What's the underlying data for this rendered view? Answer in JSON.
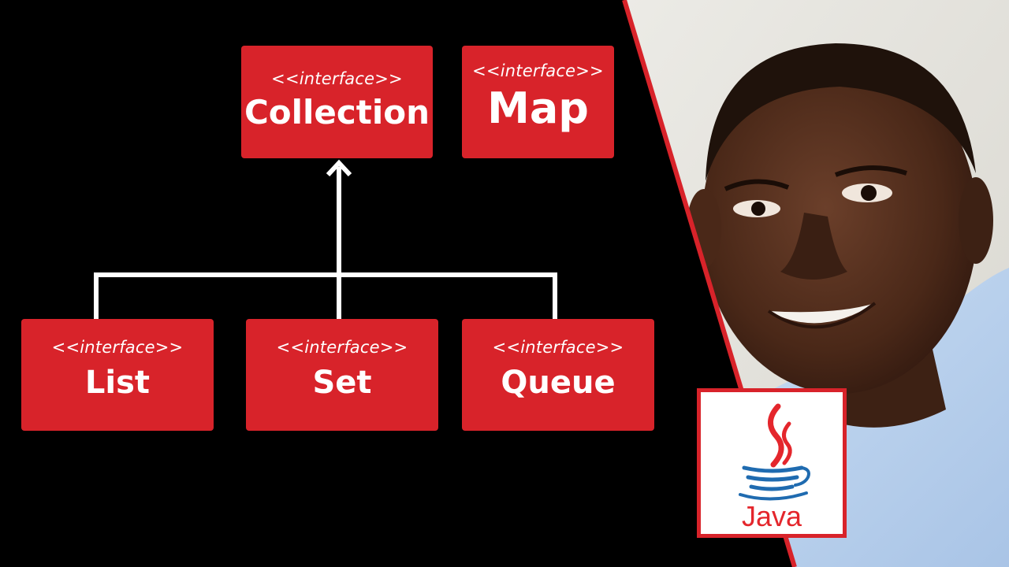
{
  "diagram": {
    "stereotype": "<<interface>>",
    "nodes": {
      "collection": "Collection",
      "map": "Map",
      "list": "List",
      "set": "Set",
      "queue": "Queue"
    },
    "edges": [
      {
        "from": "List",
        "to": "Collection"
      },
      {
        "from": "Set",
        "to": "Collection"
      },
      {
        "from": "Queue",
        "to": "Collection"
      }
    ]
  },
  "logo": {
    "text": "Java",
    "colors": {
      "red": "#e4262c",
      "blue": "#1f6bb0"
    }
  },
  "colors": {
    "background": "#000000",
    "box": "#d8232a",
    "accent_line": "#d8232a",
    "connector": "#ffffff"
  }
}
